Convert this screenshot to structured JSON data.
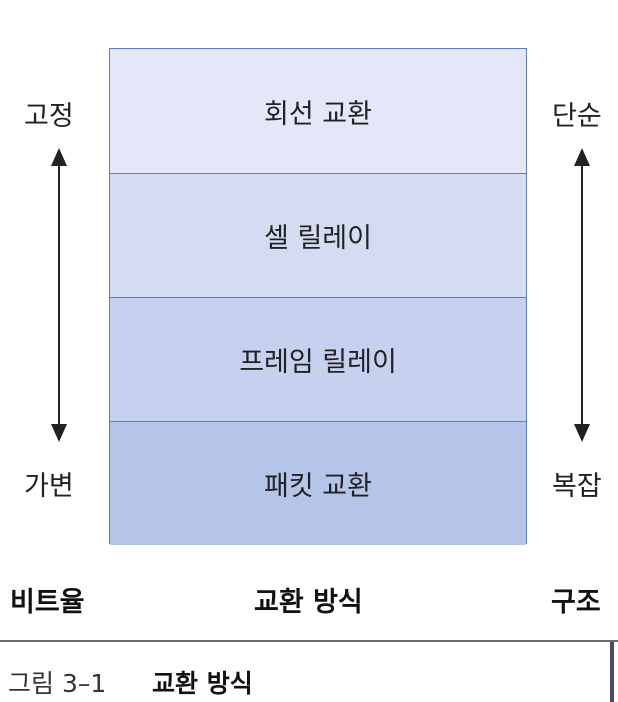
{
  "diagram": {
    "layers": [
      {
        "label": "회선 교환"
      },
      {
        "label": "셀 릴레이"
      },
      {
        "label": "프레임 릴레이"
      },
      {
        "label": "패킷 교환"
      }
    ],
    "left_axis": {
      "top": "고정",
      "bottom": "가변",
      "footer": "비트율"
    },
    "right_axis": {
      "top": "단순",
      "bottom": "복잡",
      "footer": "구조"
    },
    "center_footer": "교환 방식"
  },
  "caption": {
    "number": "그림 3–1",
    "title": "교환 방식"
  },
  "colors": {
    "border": "#5b7fc6",
    "layer_fills": [
      "#e3e7f7",
      "#d4dcf2",
      "#c5d1ee",
      "#b5c4e9"
    ]
  }
}
